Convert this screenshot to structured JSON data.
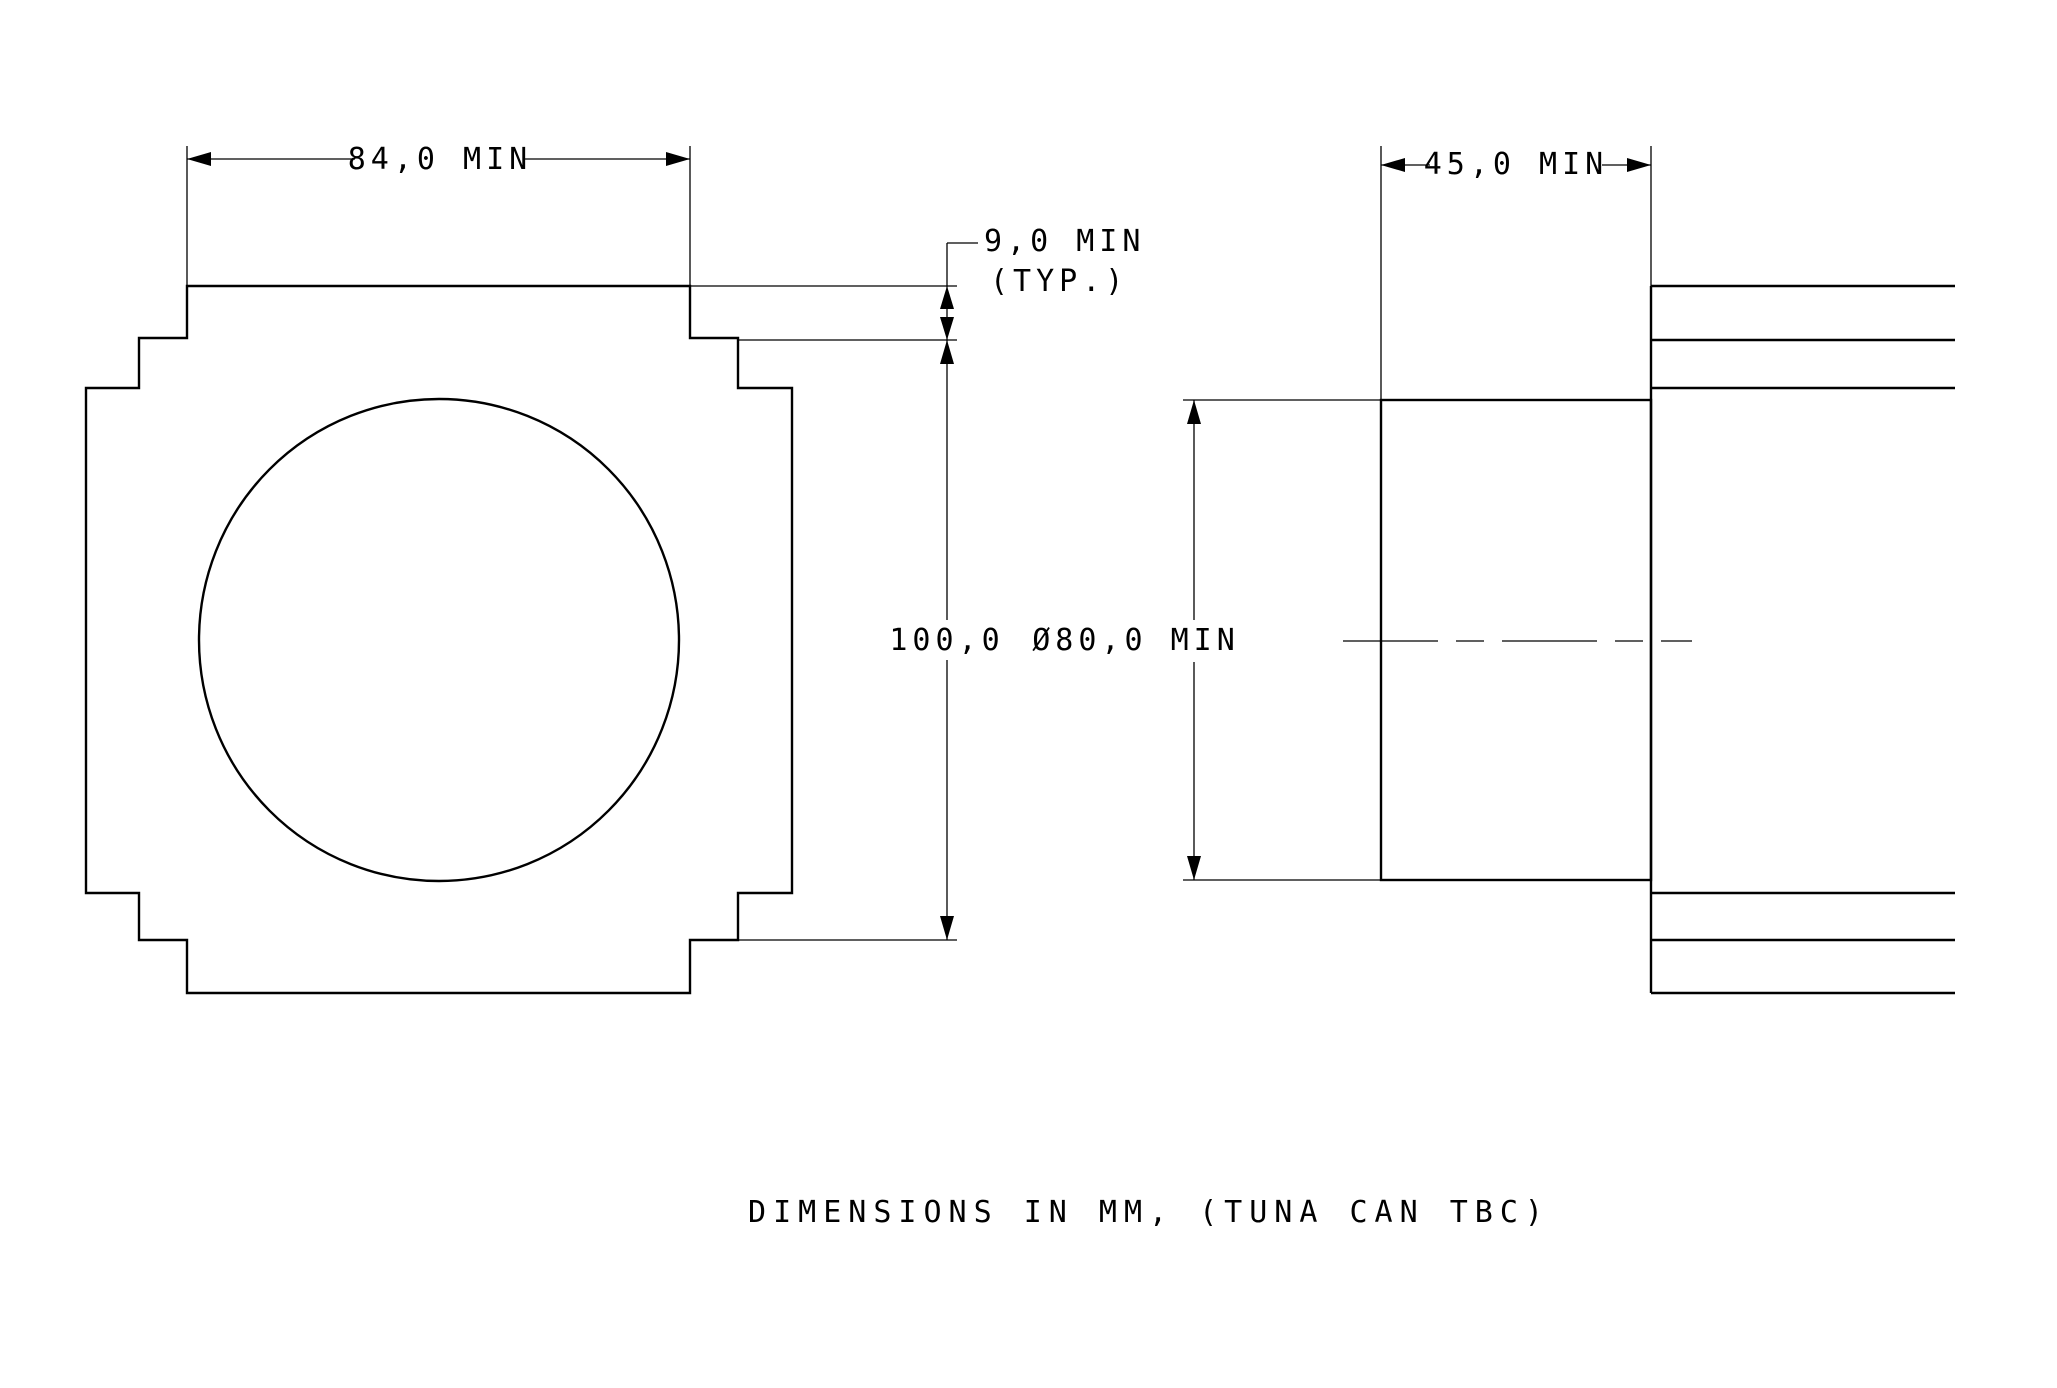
{
  "dimensions": {
    "width_label": "84,0 MIN",
    "gap_label_line1": "9,0 MIN",
    "gap_label_line2": "(TYP.)",
    "height_label": "100,0",
    "depth_label": "45,0 MIN",
    "diameter_label": "Ø80,0 MIN"
  },
  "note": "DIMENSIONS IN MM, (TUNA CAN TBC)"
}
